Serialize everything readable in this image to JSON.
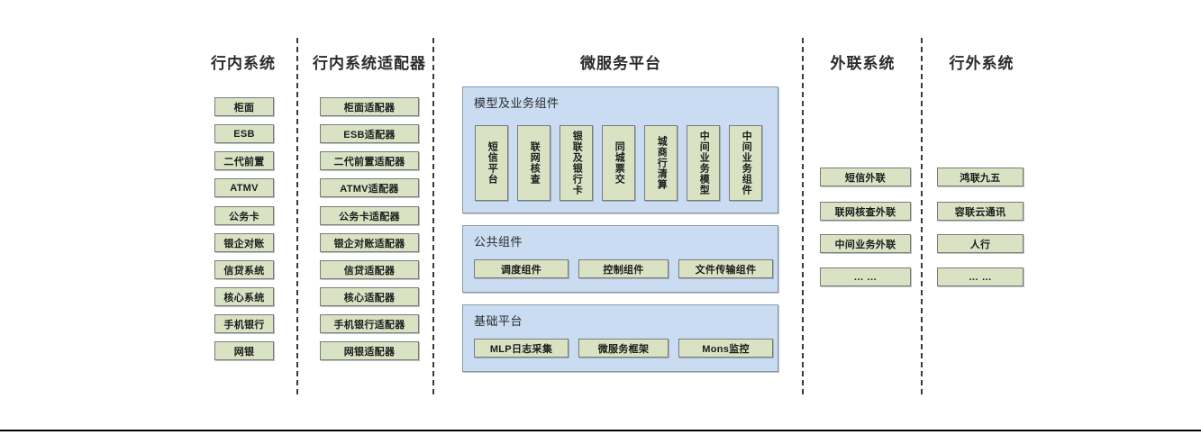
{
  "diagram": {
    "columns": [
      {
        "id": "in-bank-systems",
        "title": "行内系统",
        "items": [
          {
            "label": "柜面"
          },
          {
            "label": "ESB"
          },
          {
            "label": "二代前置"
          },
          {
            "label": "ATMV"
          },
          {
            "label": "公务卡"
          },
          {
            "label": "银企对账"
          },
          {
            "label": "信贷系统"
          },
          {
            "label": "核心系统"
          },
          {
            "label": "手机银行"
          },
          {
            "label": "网银"
          }
        ]
      },
      {
        "id": "in-bank-adapters",
        "title": "行内系统适配器",
        "items": [
          {
            "label": "柜面适配器"
          },
          {
            "label": "ESB适配器"
          },
          {
            "label": "二代前置适配器"
          },
          {
            "label": "ATMV适配器"
          },
          {
            "label": "公务卡适配器"
          },
          {
            "label": "银企对账适配器"
          },
          {
            "label": "信贷适配器"
          },
          {
            "label": "核心适配器"
          },
          {
            "label": "手机银行适配器"
          },
          {
            "label": "网银适配器"
          }
        ]
      },
      {
        "id": "external-link-systems",
        "title": "外联系统",
        "items": [
          {
            "label": "短信外联"
          },
          {
            "label": "联网核查外联"
          },
          {
            "label": "中间业务外联"
          },
          {
            "label": "… …"
          }
        ]
      },
      {
        "id": "off-bank-systems",
        "title": "行外系统",
        "items": [
          {
            "label": "鸿联九五"
          },
          {
            "label": "容联云通讯"
          },
          {
            "label": "人行"
          },
          {
            "label": "… …"
          }
        ]
      }
    ],
    "platform": {
      "title": "微服务平台",
      "panels": [
        {
          "id": "model-business-components",
          "title": "模型及业务组件",
          "orientation": "vertical",
          "items": [
            {
              "label": "短信平台"
            },
            {
              "label": "联网核查"
            },
            {
              "label": "银联及银行卡"
            },
            {
              "label": "同城票交"
            },
            {
              "label": "城商行清算"
            },
            {
              "label": "中间业务模型"
            },
            {
              "label": "中间业务组件"
            }
          ]
        },
        {
          "id": "public-components",
          "title": "公共组件",
          "orientation": "horizontal",
          "items": [
            {
              "label": "调度组件"
            },
            {
              "label": "控制组件"
            },
            {
              "label": "文件传输组件"
            }
          ]
        },
        {
          "id": "base-platform",
          "title": "基础平台",
          "orientation": "horizontal",
          "items": [
            {
              "label": "MLP日志采集"
            },
            {
              "label": "微服务框架"
            },
            {
              "label": "Mons监控"
            }
          ]
        }
      ]
    },
    "colors": {
      "leaf_fill": "#d9e3c4",
      "leaf_border": "#7a7a7a",
      "panel_fill": "#c9dcf2",
      "panel_border": "#8a97a5",
      "divider": "#3a3a3a",
      "text": "#1c1c1c",
      "background": "#ffffff"
    }
  }
}
